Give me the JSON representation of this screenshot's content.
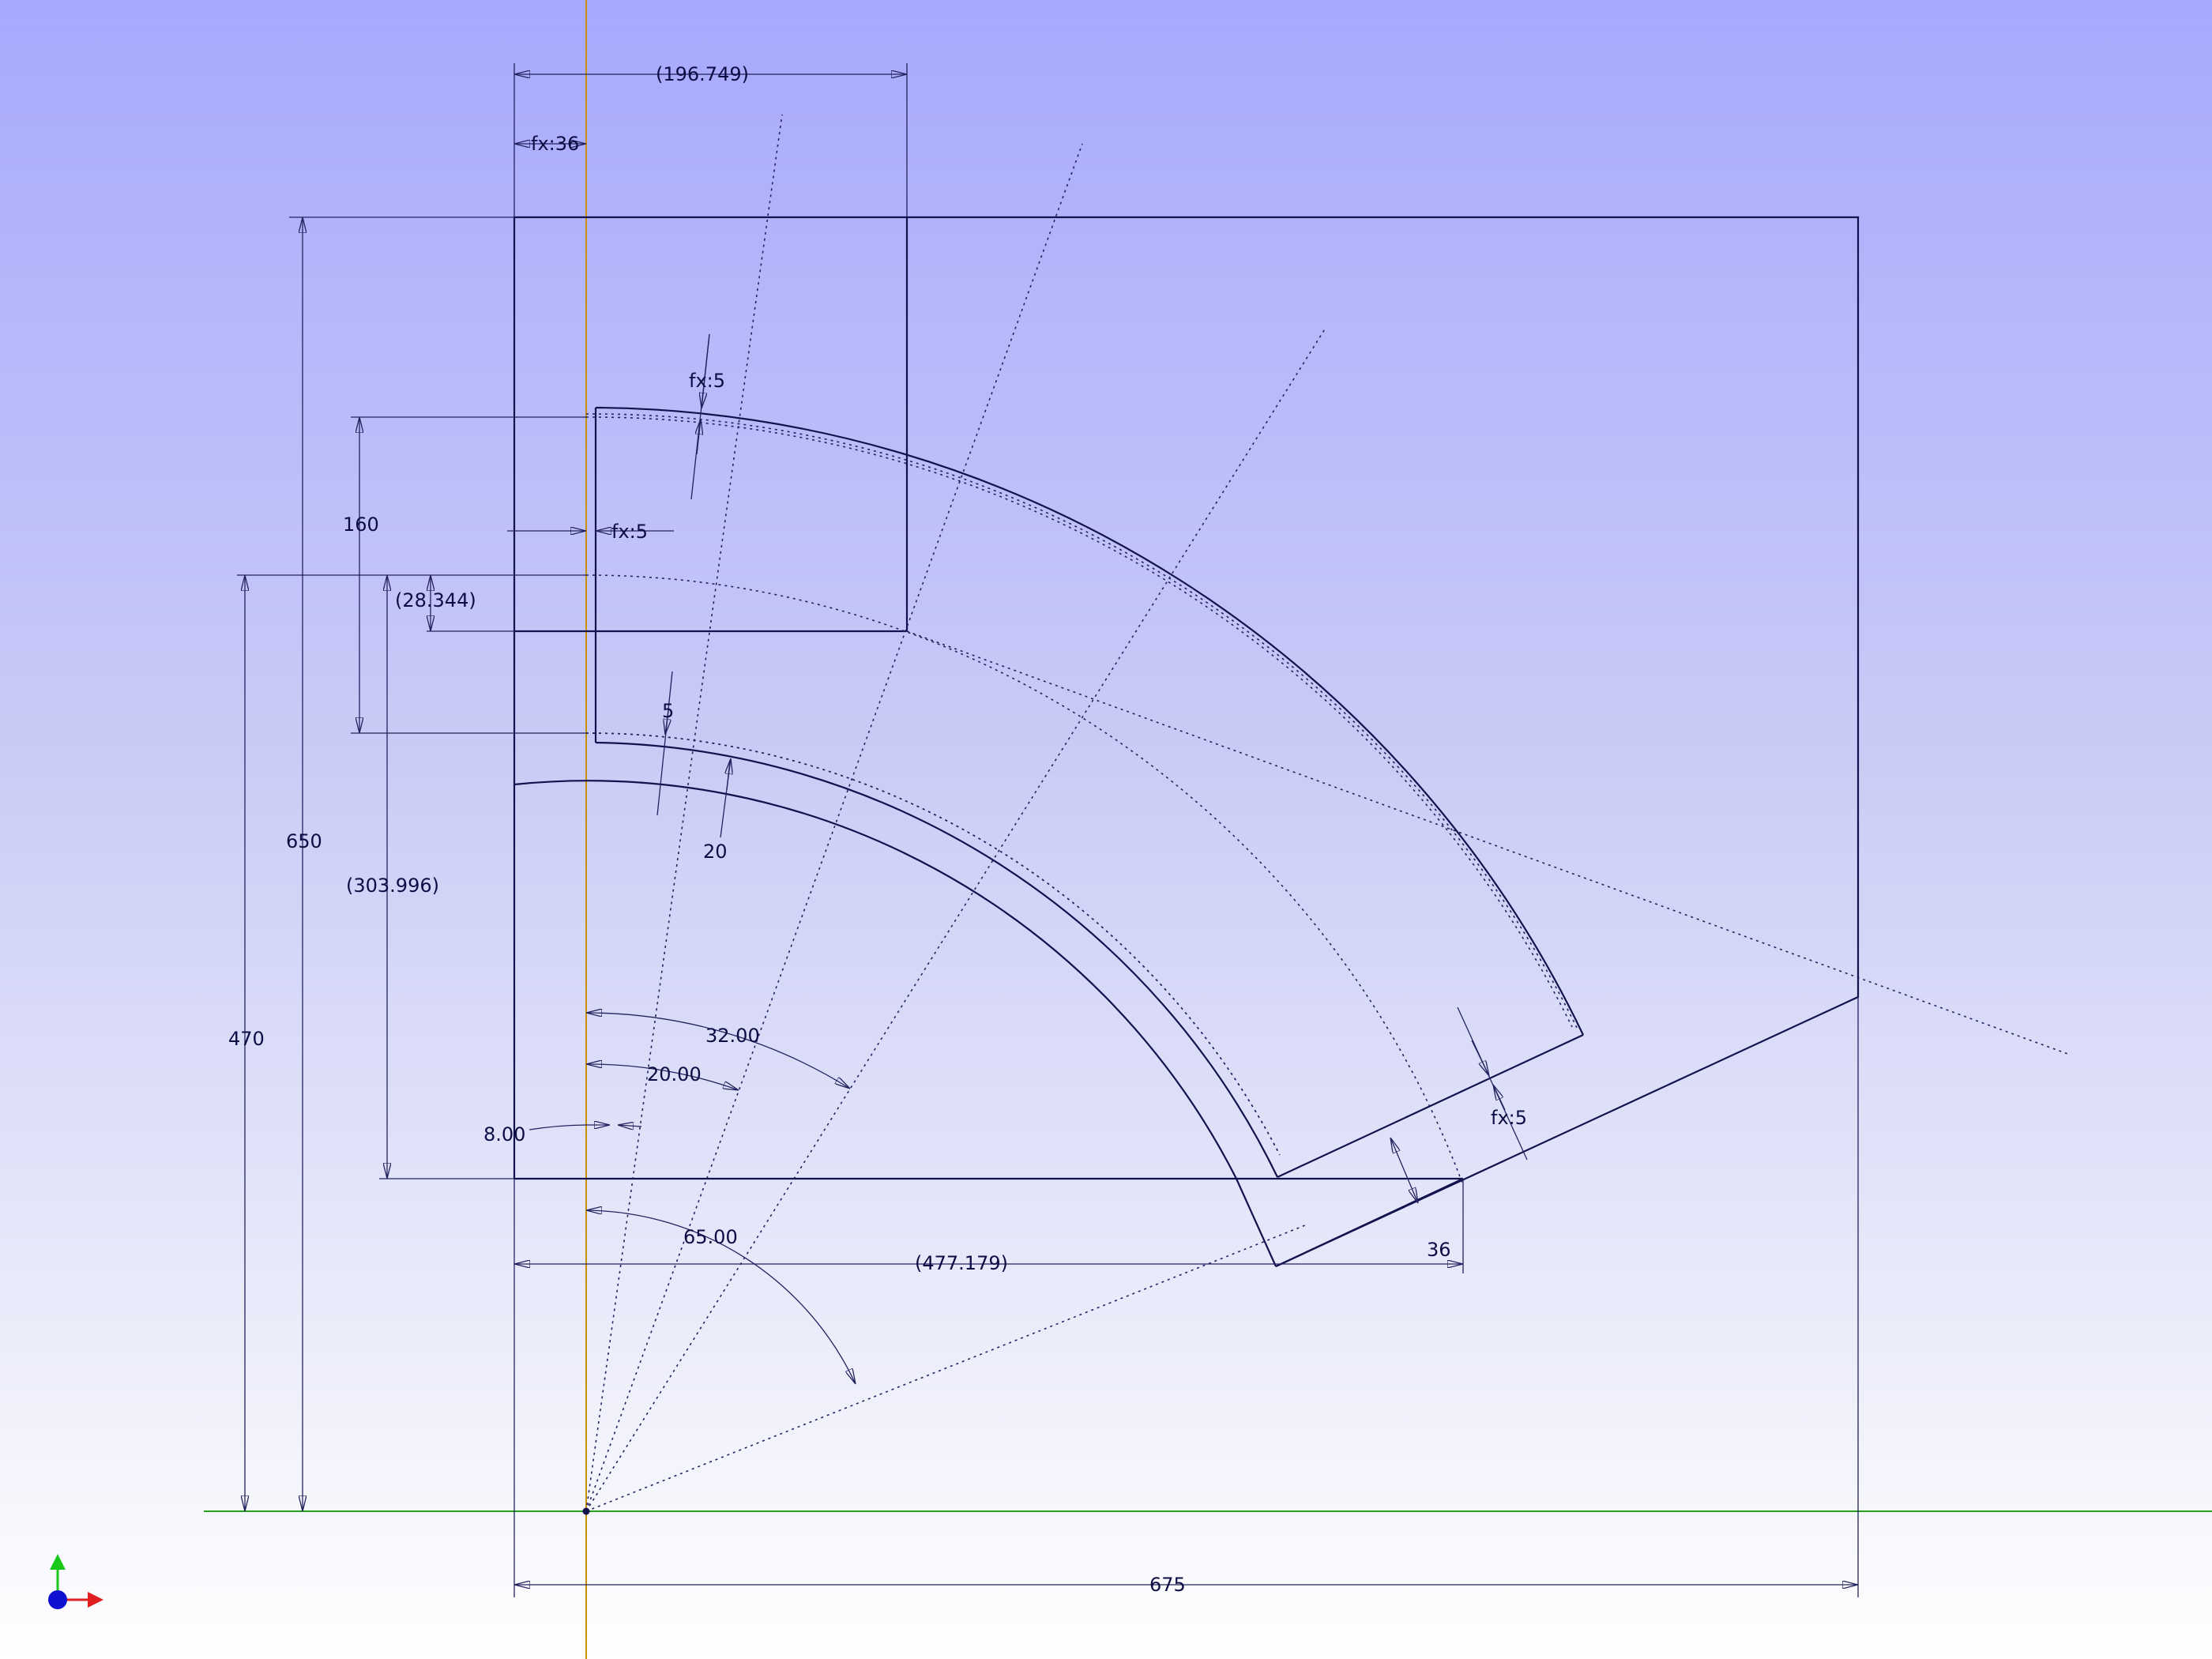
{
  "dimensions": {
    "top_ref": "(196.749)",
    "fx_36": "fx:36",
    "fx_5_top": "fx:5",
    "fx_5_left": "fx:5",
    "fx_5_right": "fx:5",
    "d160": "160",
    "d28": "(28.344)",
    "d5": "5",
    "d20": "20",
    "d650": "650",
    "d303": "(303.996)",
    "d470": "470",
    "a32": "32.00",
    "a20": "20.00",
    "a8": "8.00",
    "a65": "65.00",
    "d477": "(477.179)",
    "d36": "36",
    "d675": "675"
  },
  "colors": {
    "geometry": "#12124e",
    "y_axis": "#c8900c",
    "x_axis": "#27a01f",
    "background_top": "#a6a9fd",
    "background_bottom": "#ffffff"
  },
  "axis_indicator": {
    "x_color": "#e02020",
    "y_color": "#20d020",
    "z_color": "#1010d0"
  }
}
